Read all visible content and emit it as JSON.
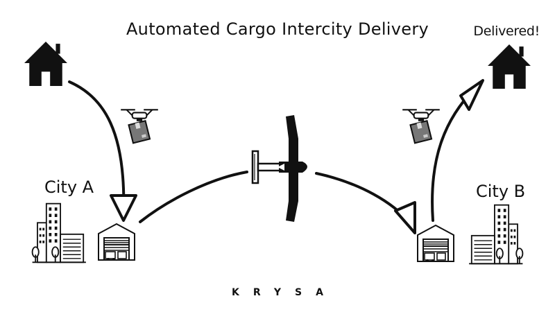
{
  "title": "Automated Cargo Intercity Delivery",
  "delivered_label": "Delivered!",
  "city_a_label": "City A",
  "city_b_label": "City B",
  "brand": "KRYSA",
  "icons": [
    "house-icon",
    "drone-with-package-icon",
    "fixed-wing-aircraft-icon",
    "warehouse-icon",
    "city-buildings-icon",
    "arrow-icon"
  ],
  "colors": {
    "ink": "#111111",
    "package": "#777777",
    "background": "#ffffff"
  }
}
